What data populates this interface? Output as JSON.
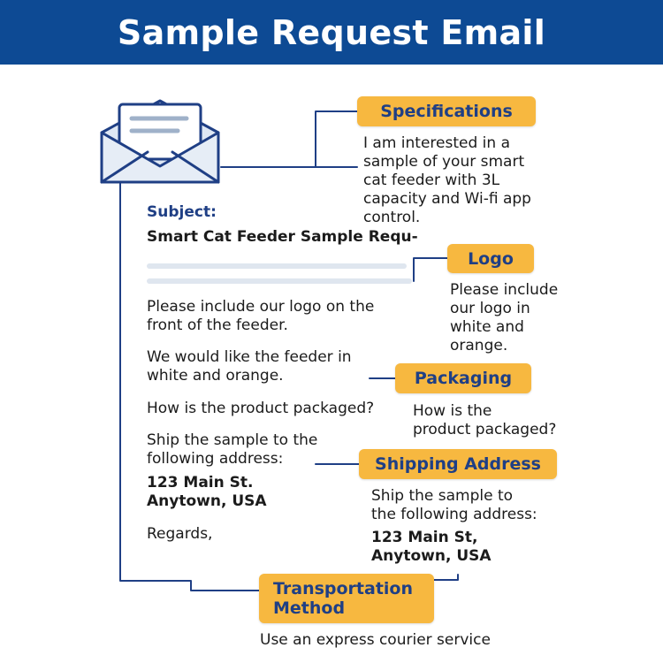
{
  "title": "Sample Request Email",
  "colors": {
    "header_bg": "#0d4a94",
    "label_bg": "#f7b840",
    "line": "#1f3f85",
    "text_blue": "#1f3f85"
  },
  "email": {
    "subject_label": "Subject:",
    "subject_value": "Smart Cat Feeder Sample Requ-",
    "para_logo": [
      "Please include our logo on the",
      "front of the feeder."
    ],
    "para_color": [
      "We would like the feeder in",
      "white and orange."
    ],
    "para_packaging": "How is the product packaged?",
    "para_ship": [
      "Ship the sample to the",
      "following address:"
    ],
    "address": [
      "123 Main St.",
      "Anytown, USA"
    ],
    "closing": "Regards,"
  },
  "callouts": {
    "specifications": {
      "label": "Specifications",
      "text": [
        "I am interested in a",
        "sample of your smart",
        "cat feeder with 3L",
        "capacity and Wi-fi app",
        "control."
      ]
    },
    "logo": {
      "label": "Logo",
      "text": [
        "Please include",
        "our logo in",
        "white and",
        "orange."
      ]
    },
    "packaging": {
      "label": "Packaging",
      "text": [
        "How is the",
        "product packaged?"
      ]
    },
    "shipping": {
      "label": "Shipping Address",
      "text": [
        "Ship the sample to",
        "the following address:"
      ],
      "address": [
        "123 Main St,",
        "Anytown, USA"
      ]
    },
    "transportation": {
      "label": [
        "Transportation",
        "Method"
      ],
      "text": "Use an express courier service"
    }
  },
  "icons": {
    "envelope": "envelope-icon"
  }
}
